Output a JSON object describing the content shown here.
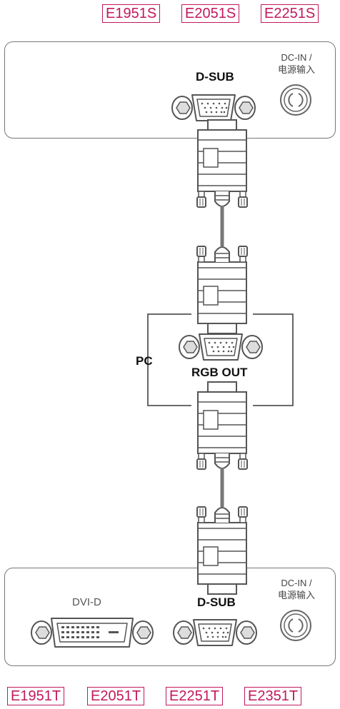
{
  "top_models": [
    "E1951S",
    "E2051S",
    "E2251S"
  ],
  "bottom_models": [
    "E1951T",
    "E2051T",
    "E2251T",
    "E2351T"
  ],
  "top_panel": {
    "port_label": "D-SUB",
    "power_label_line1": "DC-IN /",
    "power_label_line2": "电源输入"
  },
  "pc": {
    "label": "PC",
    "port_label": "RGB OUT"
  },
  "bottom_panel": {
    "dvi_label": "DVI-D",
    "port_label": "D-SUB",
    "power_label_line1": "DC-IN /",
    "power_label_line2": "电源输入"
  },
  "colors": {
    "model_badge": "#c2185b",
    "outline": "#555555",
    "cable": "#777777"
  }
}
